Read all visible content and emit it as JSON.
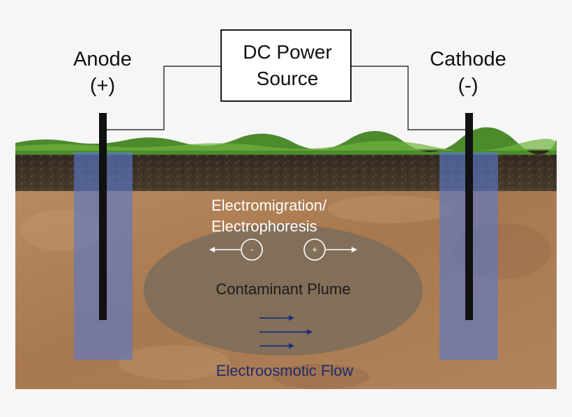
{
  "labels": {
    "anode_name": "Anode",
    "anode_sign": "(+)",
    "cathode_name": "Cathode",
    "cathode_sign": "(-)",
    "power_line1": "DC Power",
    "power_line2": "Source",
    "electromigration_line1": "Electromigration/",
    "electromigration_line2": "Electrophoresis",
    "plume": "Contaminant Plume",
    "electroosmotic": "Electroosmotic Flow",
    "negative_ion": "-",
    "positive_ion": "+"
  },
  "colors": {
    "grass": "#4d8a2c",
    "topsoil": "#3f3326",
    "subsoil": "#a8784e",
    "well": "#5a78c8",
    "plume": "#7a6c5c",
    "electrode": "#111111",
    "flow_arrow": "#1d2f7a",
    "electroosmotic_text": "#1f2d6e"
  }
}
